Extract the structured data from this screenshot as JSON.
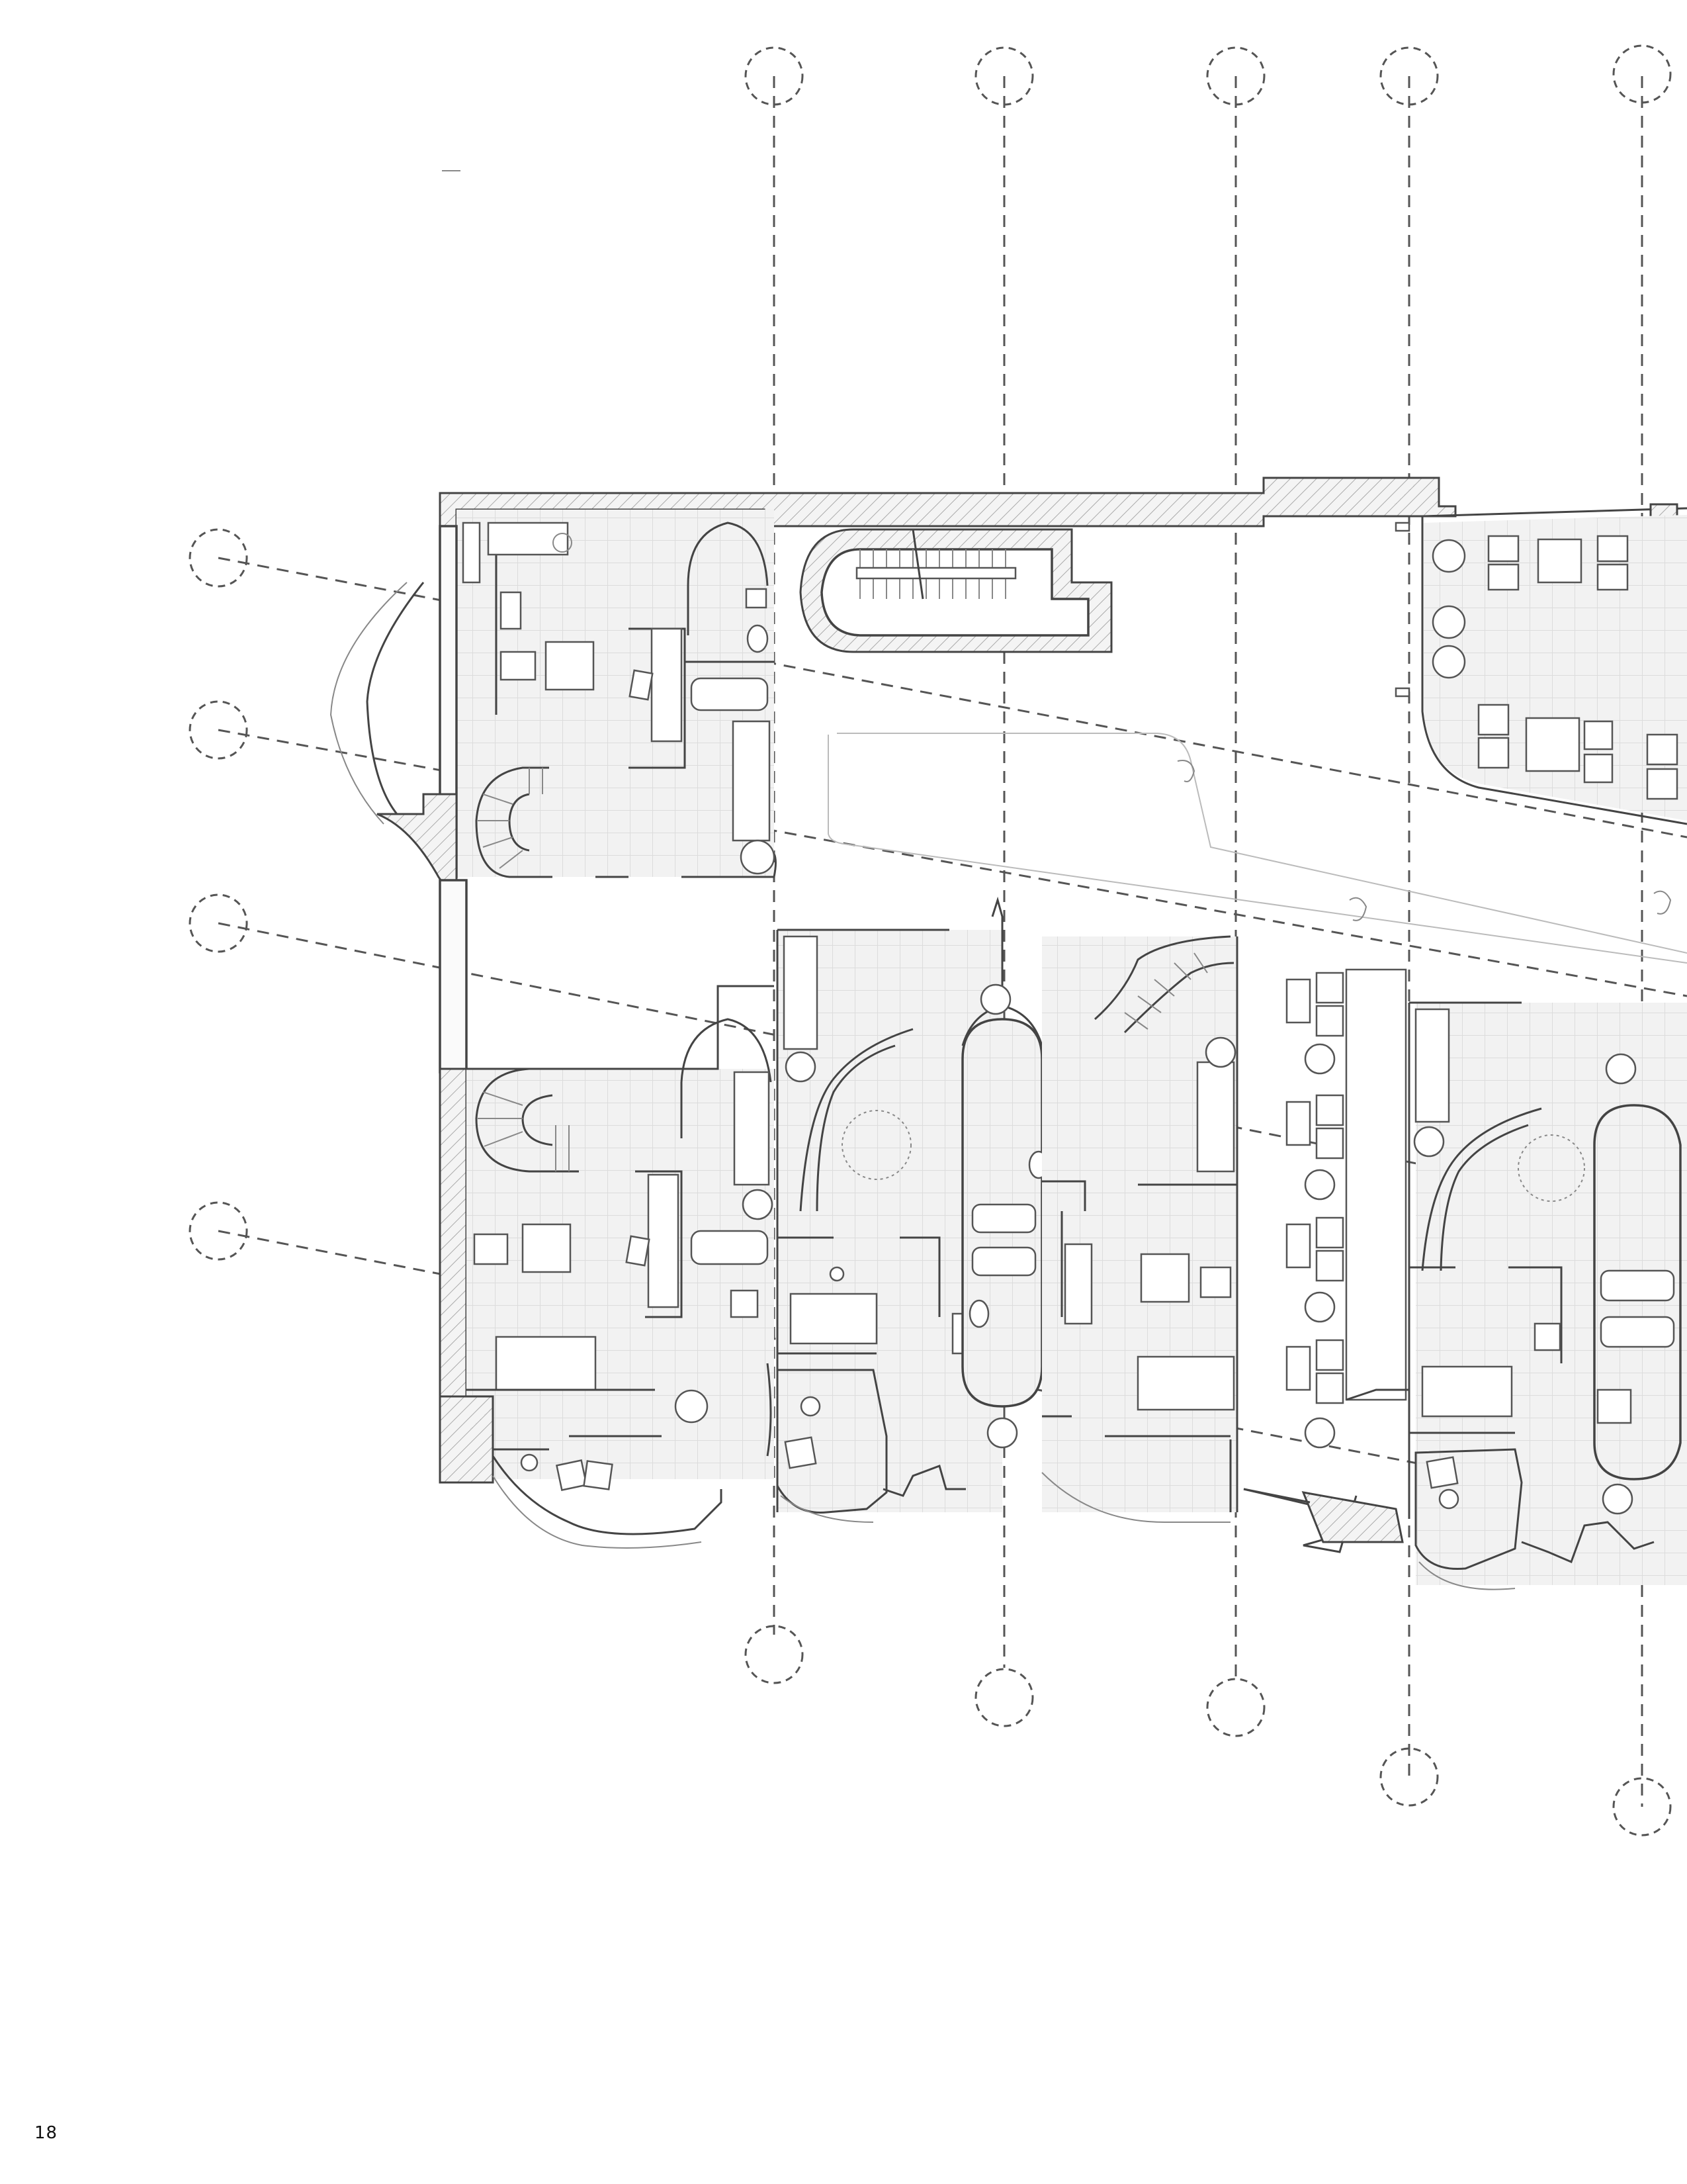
{
  "page": {
    "number": "18"
  },
  "drawing": {
    "type": "architectural floor plan",
    "vertical_grid_count": 5,
    "diagonal_grid_count": 4,
    "grid_bubble_labels_shown": false
  },
  "colors": {
    "ink": "#444444",
    "grid": "#555555",
    "hatch": "#999999",
    "paper": "#ffffff"
  }
}
